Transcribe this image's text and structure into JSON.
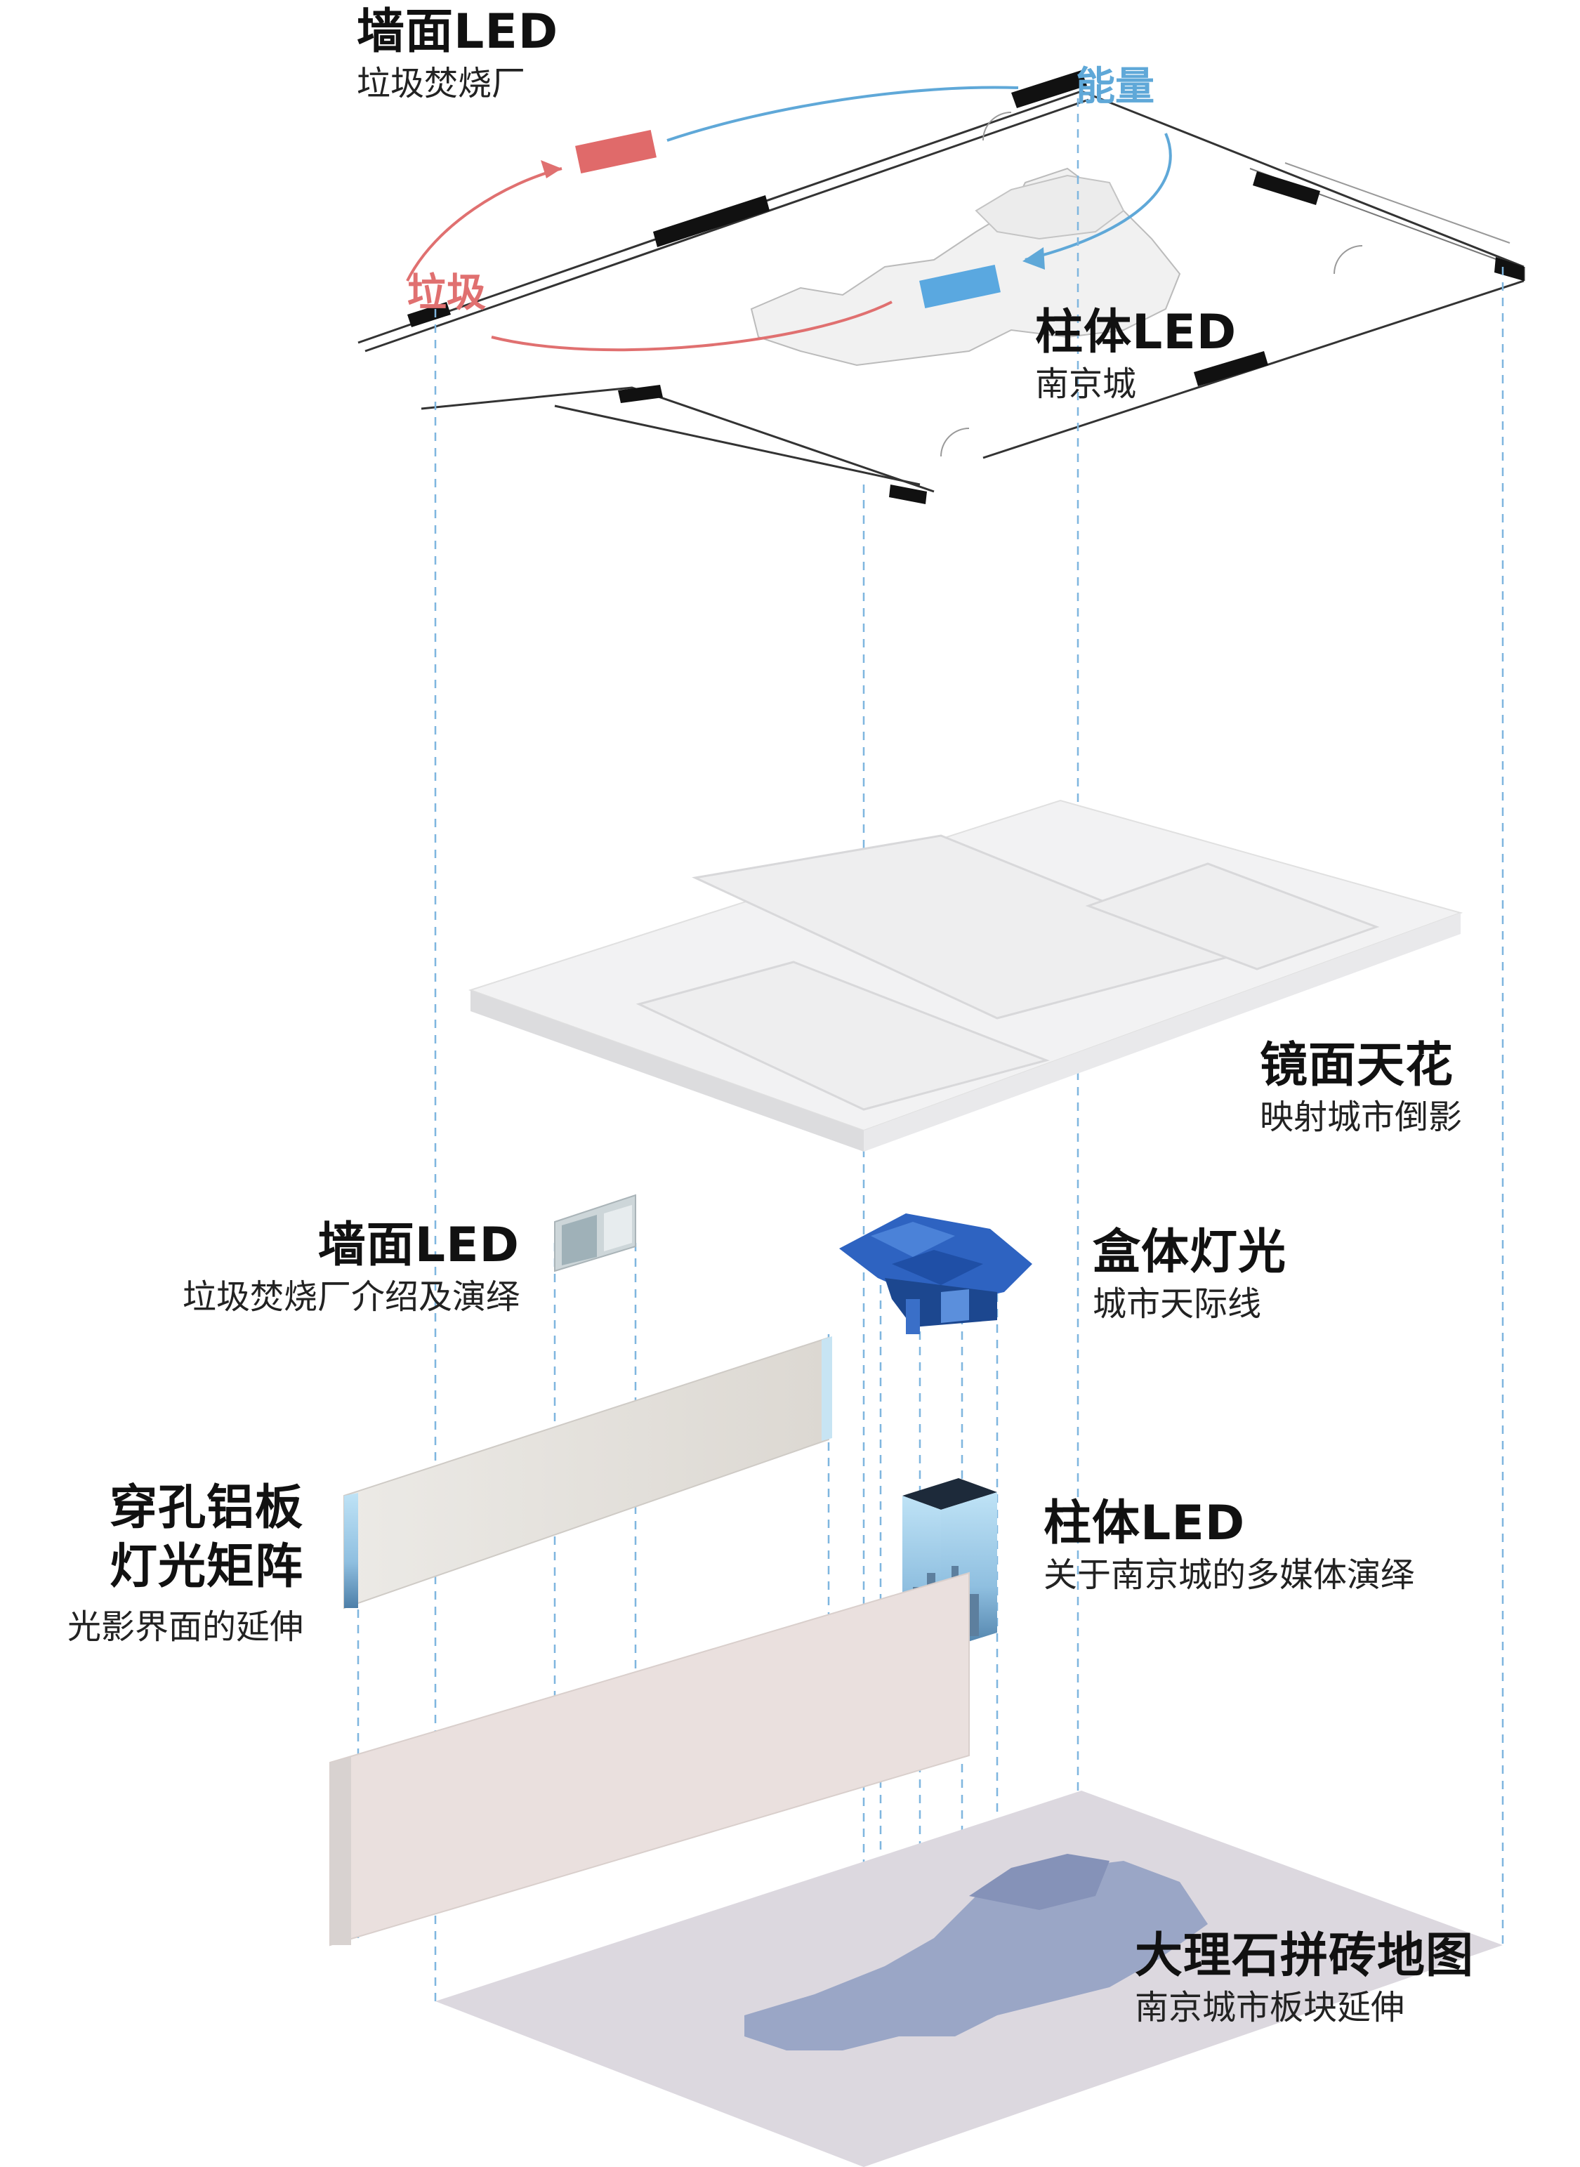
{
  "labels": {
    "wall_led_top": {
      "title": "墙面LED",
      "subtitle": "垃圾焚烧厂"
    },
    "pillar_led_top": {
      "title": "柱体LED",
      "subtitle": "南京城"
    },
    "mirror_ceiling": {
      "title": "镜面天花",
      "subtitle": "映射城市倒影"
    },
    "wall_led_mid": {
      "title": "墙面LED",
      "subtitle": "垃圾焚烧厂介绍及演绎"
    },
    "box_light": {
      "title": "盒体灯光",
      "subtitle": "城市天际线"
    },
    "perforated_panel": {
      "title1": "穿孔铝板",
      "title2": "灯光矩阵",
      "subtitle": "光影界面的延伸"
    },
    "pillar_led_mid": {
      "title": "柱体LED",
      "subtitle": "关于南京城的多媒体演绎"
    },
    "marble_floor": {
      "title": "大理石拼砖地图",
      "subtitle": "南京城市板块延伸"
    }
  },
  "cycle": {
    "garbage": "垃圾",
    "energy": "能量"
  },
  "colors": {
    "garbage": "#e07070",
    "energy": "#5fa8d8",
    "box_blue": "#2a5fb8",
    "guide": "#7fb6df"
  }
}
